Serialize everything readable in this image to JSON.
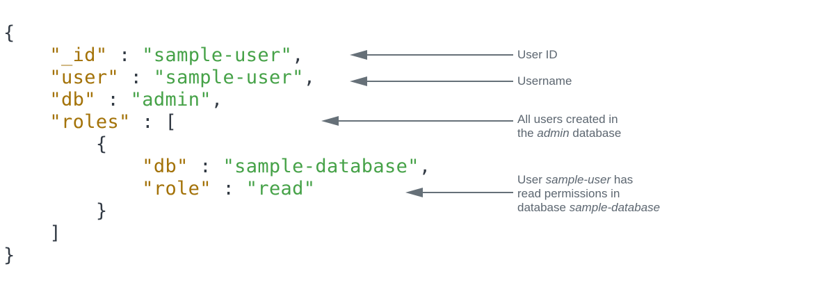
{
  "colors": {
    "background": "#ffffff",
    "key": "#A37208",
    "string": "#46A248",
    "punctuation": "#323A44",
    "annotation": "#5C6670",
    "arrow": "#667078"
  },
  "code": {
    "language": "json",
    "lines": [
      {
        "tokens": [
          {
            "type": "punctuation",
            "text": "{"
          }
        ]
      },
      {
        "tokens": [
          {
            "type": "punctuation",
            "text": "    "
          },
          {
            "type": "key",
            "text": "\"_id\""
          },
          {
            "type": "punctuation",
            "text": " : "
          },
          {
            "type": "string",
            "text": "\"sample-user\""
          },
          {
            "type": "punctuation",
            "text": ","
          }
        ]
      },
      {
        "tokens": [
          {
            "type": "punctuation",
            "text": "    "
          },
          {
            "type": "key",
            "text": "\"user\""
          },
          {
            "type": "punctuation",
            "text": " : "
          },
          {
            "type": "string",
            "text": "\"sample-user\""
          },
          {
            "type": "punctuation",
            "text": ","
          }
        ]
      },
      {
        "tokens": [
          {
            "type": "punctuation",
            "text": "    "
          },
          {
            "type": "key",
            "text": "\"db\""
          },
          {
            "type": "punctuation",
            "text": " : "
          },
          {
            "type": "string",
            "text": "\"admin\""
          },
          {
            "type": "punctuation",
            "text": ","
          }
        ]
      },
      {
        "tokens": [
          {
            "type": "punctuation",
            "text": "    "
          },
          {
            "type": "key",
            "text": "\"roles\""
          },
          {
            "type": "punctuation",
            "text": " : ["
          }
        ]
      },
      {
        "tokens": [
          {
            "type": "punctuation",
            "text": "        {"
          }
        ]
      },
      {
        "tokens": [
          {
            "type": "punctuation",
            "text": "            "
          },
          {
            "type": "key",
            "text": "\"db\""
          },
          {
            "type": "punctuation",
            "text": " : "
          },
          {
            "type": "string",
            "text": "\"sample-database\""
          },
          {
            "type": "punctuation",
            "text": ","
          }
        ]
      },
      {
        "tokens": [
          {
            "type": "punctuation",
            "text": "            "
          },
          {
            "type": "key",
            "text": "\"role\""
          },
          {
            "type": "punctuation",
            "text": " : "
          },
          {
            "type": "string",
            "text": "\"read\""
          }
        ]
      },
      {
        "tokens": [
          {
            "type": "punctuation",
            "text": "        }"
          }
        ]
      },
      {
        "tokens": [
          {
            "type": "punctuation",
            "text": "    ]"
          }
        ]
      },
      {
        "tokens": [
          {
            "type": "punctuation",
            "text": "}"
          }
        ]
      }
    ]
  },
  "annotations": [
    {
      "id": "user-id",
      "label": [
        {
          "text": "User ID"
        }
      ]
    },
    {
      "id": "username",
      "label": [
        {
          "text": "Username"
        }
      ]
    },
    {
      "id": "roles-array",
      "label": [
        {
          "text": "All users created in\nthe "
        },
        {
          "text": "admin",
          "italic": true
        },
        {
          "text": " database"
        }
      ]
    },
    {
      "id": "read-permission",
      "label": [
        {
          "text": "User "
        },
        {
          "text": "sample-user",
          "italic": true
        },
        {
          "text": " has\nread permissions in\ndatabase "
        },
        {
          "text": "sample-database",
          "italic": true
        }
      ]
    }
  ]
}
